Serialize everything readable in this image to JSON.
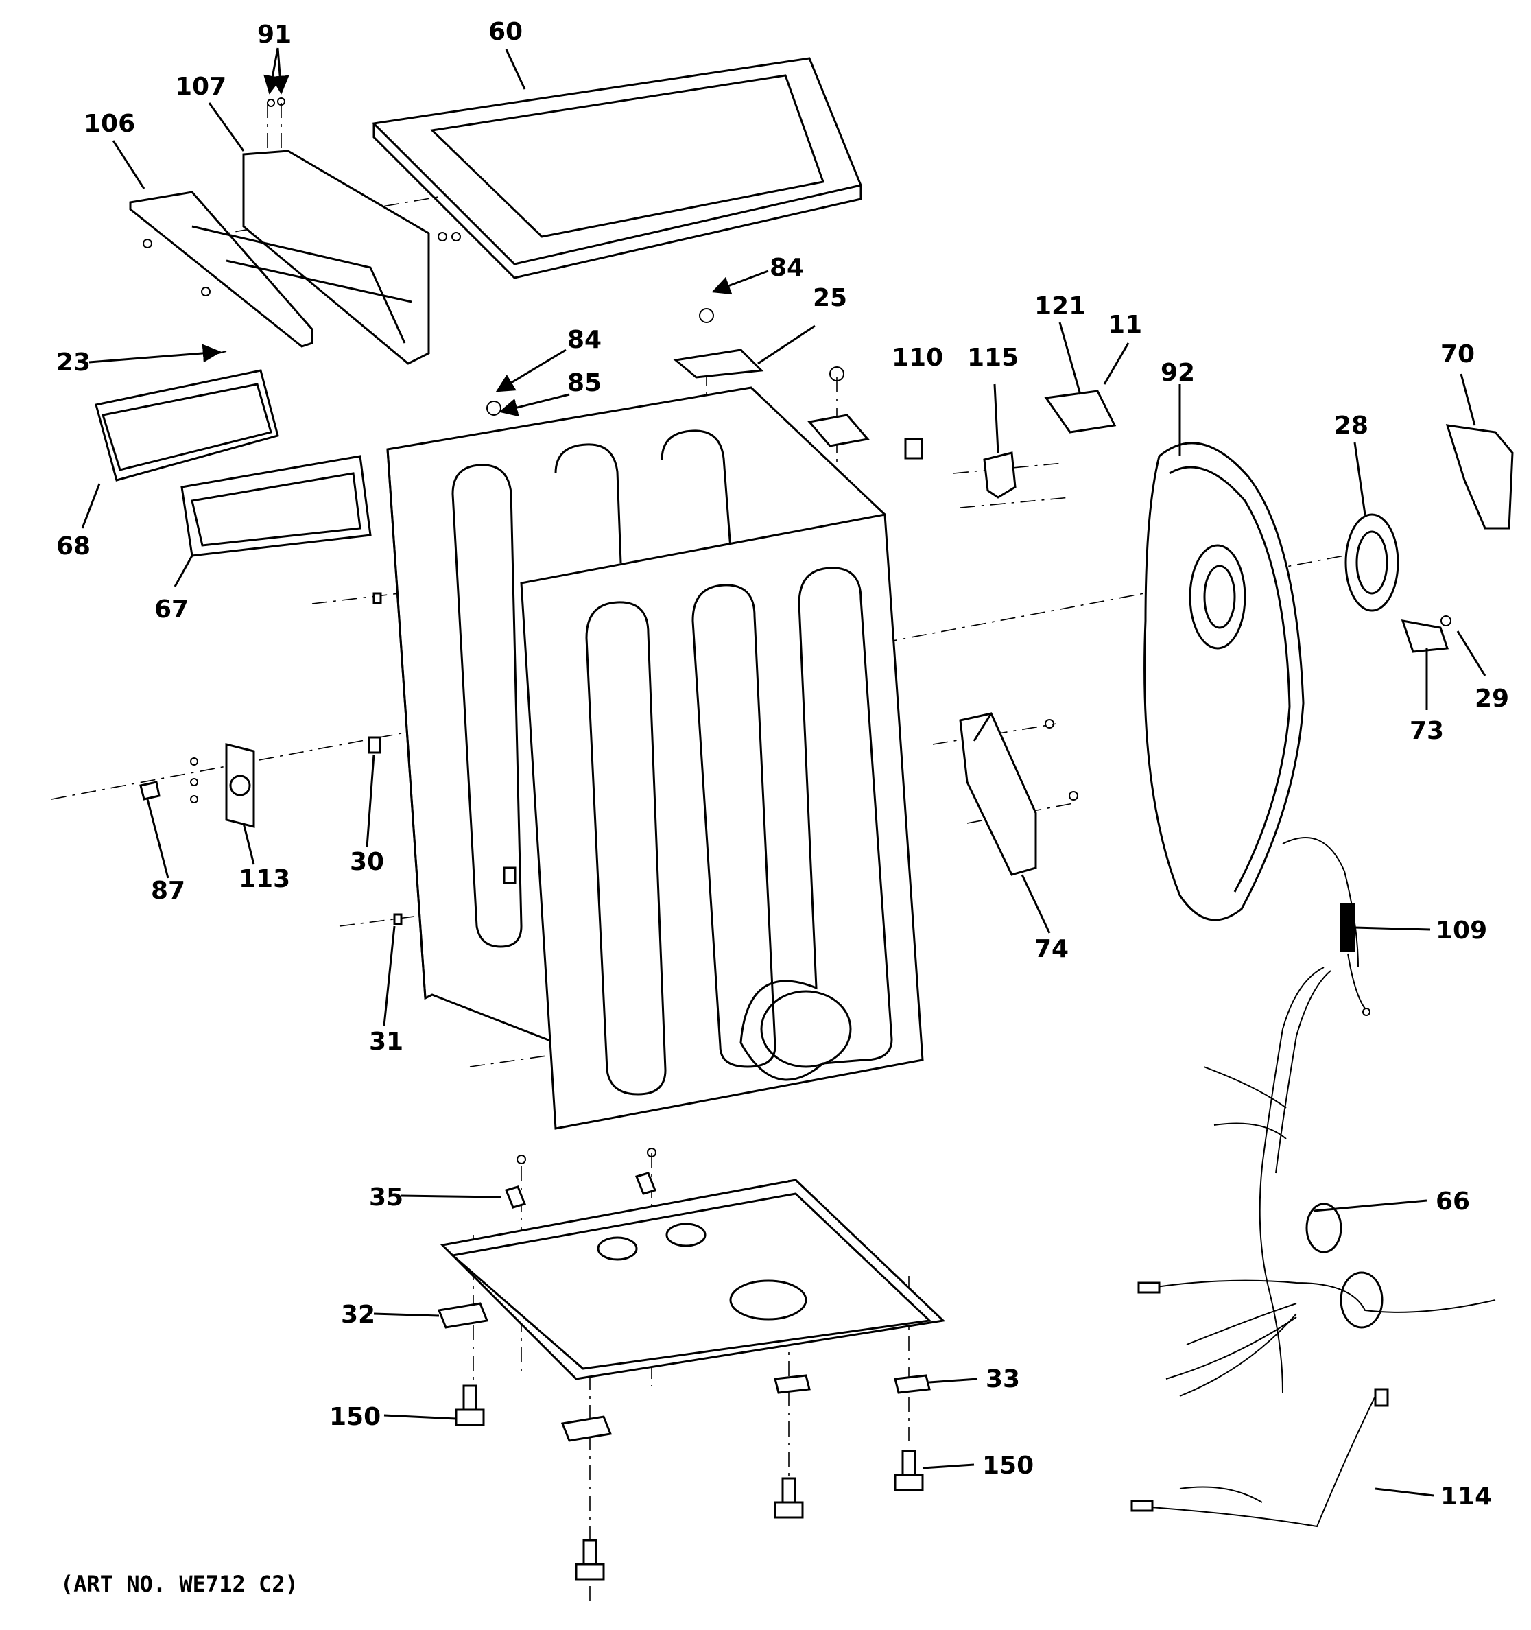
{
  "callouts": [
    "91",
    "60",
    "107",
    "106",
    "84",
    "25",
    "84",
    "23",
    "85",
    "110",
    "115",
    "121",
    "11",
    "92",
    "70",
    "28",
    "68",
    "67",
    "29",
    "73",
    "87",
    "113",
    "30",
    "74",
    "109",
    "31",
    "66",
    "35",
    "32",
    "33",
    "150",
    "150",
    "114"
  ],
  "art_number": "(ART NO. WE712 C2)"
}
